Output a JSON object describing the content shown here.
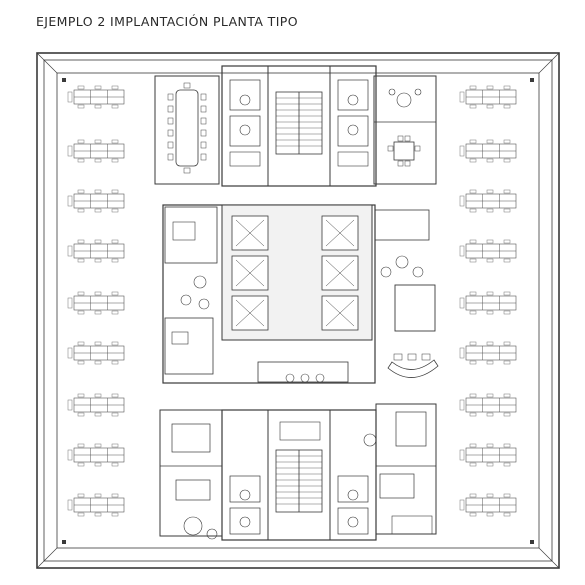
{
  "title": "EJEMPLO 2 IMPLANTACIÓN PLANTA TIPO",
  "colors": {
    "line": "#3a3a3a",
    "thin": "#7a7a7a",
    "fill_core": "#e6e6e6",
    "fill_grey": "#cfcfcf"
  },
  "icons": [
    "workstation-cluster",
    "meeting-table",
    "elevator",
    "staircase",
    "restroom-fixture",
    "lounge-chair",
    "reception-desk",
    "potted-plant"
  ]
}
